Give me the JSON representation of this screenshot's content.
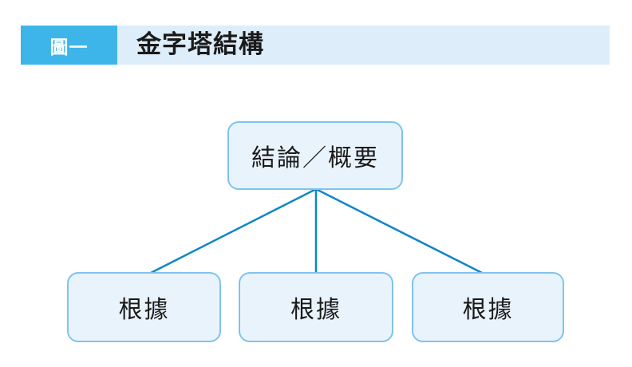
{
  "colors": {
    "badge_bg": "#3db5e8",
    "badge_text": "#ffffff",
    "strip_bg": "#ddedf9",
    "box_fill": "#e9f3fc",
    "box_border": "#7fc3ed",
    "line": "#0f86c6",
    "text": "#1a1a1a"
  },
  "header": {
    "badge_label": "圖一",
    "title": "金字塔結構"
  },
  "diagram": {
    "top_box": {
      "label": "結論／概要"
    },
    "bottom_boxes": [
      {
        "label": "根據"
      },
      {
        "label": "根據"
      },
      {
        "label": "根據"
      }
    ]
  }
}
